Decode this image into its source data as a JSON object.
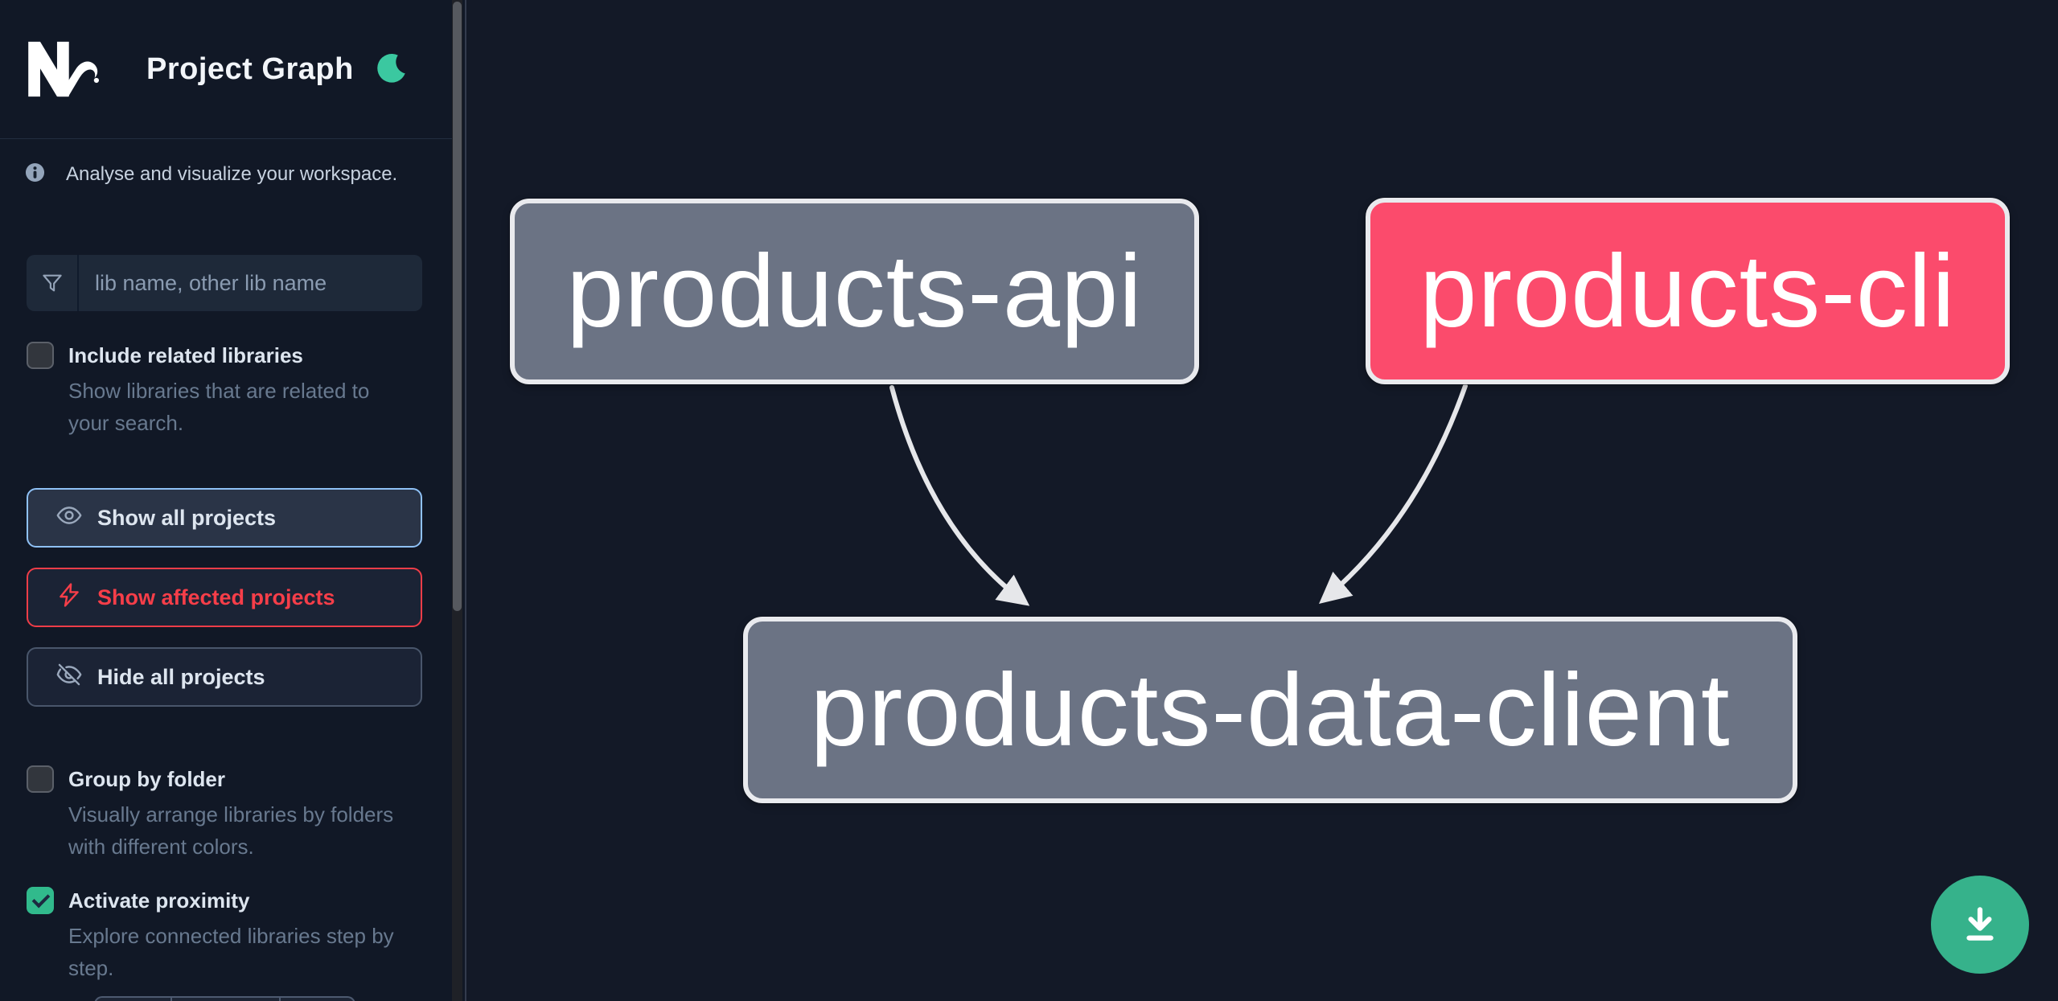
{
  "header": {
    "title": "Project Graph",
    "logo": "nx-logo",
    "theme_toggle_icon": "moon-icon"
  },
  "sidebar": {
    "tagline": "Analyse and visualize your workspace.",
    "tagline_icon": "info-circle-icon",
    "search": {
      "placeholder": "lib name, other lib name",
      "value": "",
      "icon": "filter-funnel-icon"
    },
    "toggles": [
      {
        "label": "Include related libraries",
        "description": "Show libraries that are related to your search.",
        "checked": false
      },
      {
        "label": "Group by folder",
        "description": "Visually arrange libraries by folders with different colors.",
        "checked": false
      },
      {
        "label": "Activate proximity",
        "description": "Explore connected libraries step by step.",
        "checked": true
      }
    ],
    "actions": [
      {
        "label": "Show all projects",
        "icon": "eye-icon",
        "state": "focused"
      },
      {
        "label": "Show affected projects",
        "icon": "bolt-icon",
        "state": "affected"
      },
      {
        "label": "Hide all projects",
        "icon": "eye-slash-icon",
        "state": "default"
      }
    ]
  },
  "graph": {
    "nodes": [
      {
        "id": "products-api",
        "label": "products-api",
        "variant": "default"
      },
      {
        "id": "products-cli",
        "label": "products-cli",
        "variant": "affected"
      },
      {
        "id": "products-data-client",
        "label": "products-data-client",
        "variant": "default"
      }
    ],
    "edges": [
      {
        "from": "products-api",
        "to": "products-data-client"
      },
      {
        "from": "products-cli",
        "to": "products-data-client"
      }
    ]
  },
  "fab": {
    "icon": "download-icon"
  },
  "colors": {
    "sidebar_bg": "#111826",
    "canvas_bg": "#131927",
    "node_default": "#6b7384",
    "node_affected": "#fb4b6c",
    "node_border": "#e9eaee",
    "edge": "#e6e7ea",
    "accent_green": "#36b28b",
    "checkbox_green": "#31ba8c",
    "focus_blue": "#8fc1f6",
    "alert_red": "#f63e49",
    "moon_green": "#3bc8a0"
  }
}
